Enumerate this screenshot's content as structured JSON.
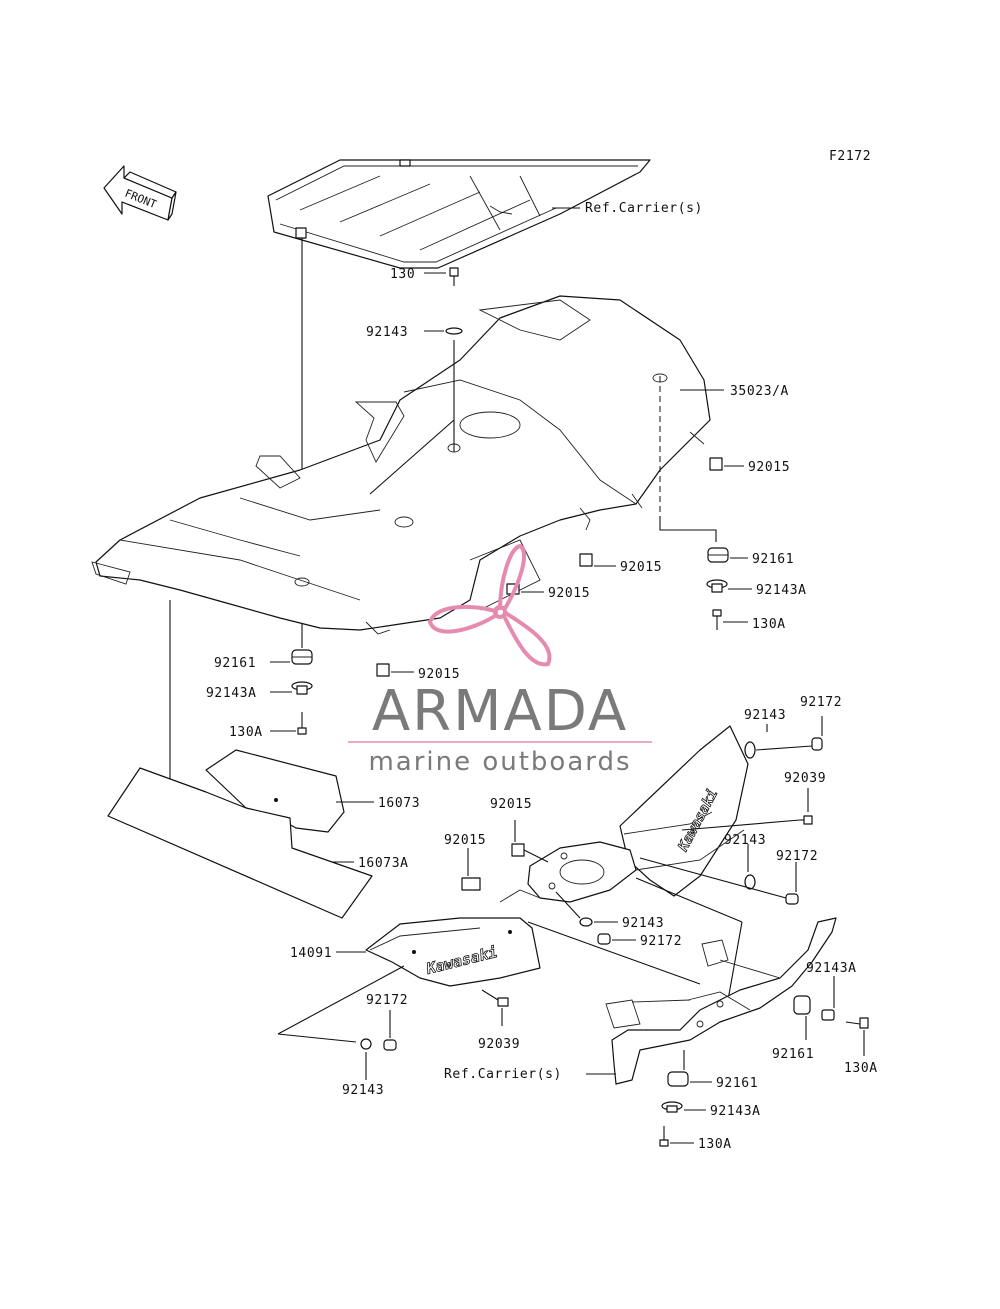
{
  "diagram": {
    "figure_id": "F2172",
    "front_label": "FRONT",
    "labels": {
      "ref_carrier_top": "Ref.Carrier(s)",
      "p130": "130",
      "p92143_top": "92143",
      "p35023": "35023/A",
      "p92015_a": "92015",
      "p92015_b": "92015",
      "p92015_c": "92015",
      "p92015_d": "92015",
      "p92161_right": "92161",
      "p92143A_right": "92143A",
      "p130A_right": "130A",
      "p92161_left": "92161",
      "p92143A_left": "92143A",
      "p130A_left": "130A",
      "p16073": "16073",
      "p16073A": "16073A",
      "p92143_r1": "92143",
      "p92172_r1": "92172",
      "p92039_r": "92039",
      "p92143_r2": "92143",
      "p92172_r2": "92172",
      "p92015_e": "92015",
      "p92015_f": "92015",
      "p92143_c": "92143",
      "p92172_c": "92172",
      "p14091": "14091",
      "p92172_l": "92172",
      "p92143_l": "92143",
      "p92039_c": "92039",
      "p92143A_br": "92143A",
      "p130A_br": "130A",
      "p92161_br": "92161",
      "ref_carrier_bottom": "Ref.Carrier(s)",
      "p92161_b": "92161",
      "p92143A_b": "92143A",
      "p130A_b": "130A"
    },
    "decals": {
      "kawasaki_right": "Kawasaki",
      "kawasaki_left": "Kawasaki"
    }
  },
  "watermark": {
    "brand": "ARMADA",
    "tagline": "marine outboards",
    "brand_color": "#7a7a7a",
    "accent_color": "#e58bb0"
  }
}
